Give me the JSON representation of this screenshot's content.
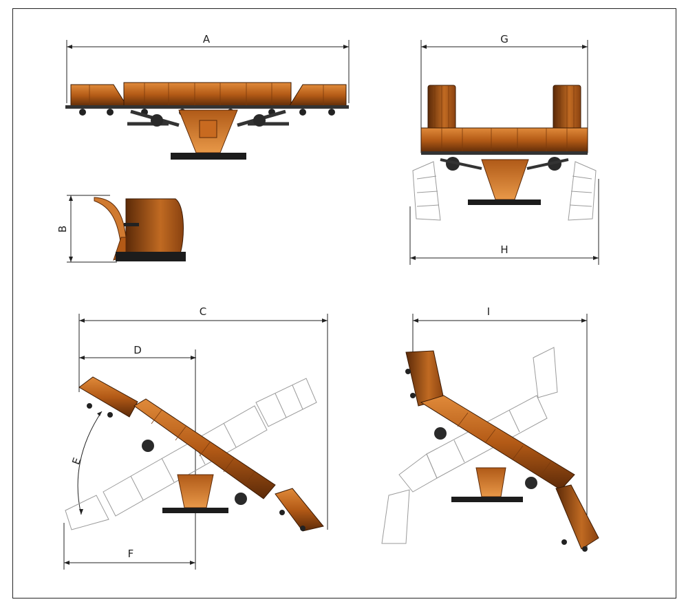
{
  "diagram": {
    "title": "",
    "dimension_labels": {
      "A": "A",
      "B": "B",
      "C": "C",
      "D": "D",
      "E": "E",
      "F": "F",
      "G": "G",
      "H": "H",
      "I": "I"
    },
    "colors": {
      "blade": "#b35a16",
      "blade_light": "#e08a3a",
      "blade_dark": "#5c2a08",
      "frame_line": "#222222",
      "ghost_outline": "#9a9a9a",
      "base": "#1c1c1c"
    }
  }
}
